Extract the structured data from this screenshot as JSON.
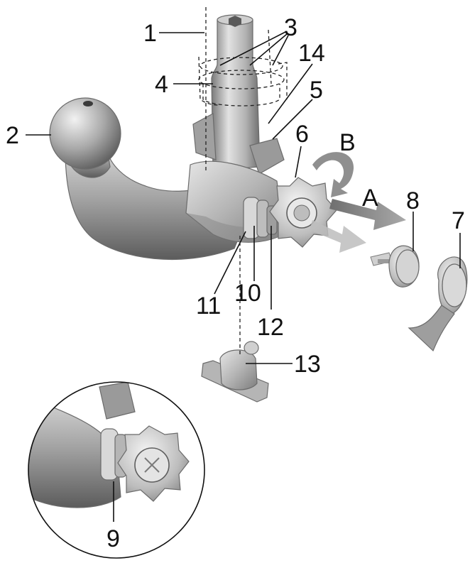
{
  "labels": {
    "l1": "1",
    "l2": "2",
    "l3": "3",
    "l4": "4",
    "l5": "5",
    "l6": "6",
    "l7": "7",
    "l8": "8",
    "l9": "9",
    "l10": "10",
    "l11": "11",
    "l12": "12",
    "l13": "13",
    "l14": "14",
    "lA": "A",
    "lB": "B"
  },
  "colors": {
    "metal_light": "#d9d9d9",
    "metal_mid": "#a6a6a6",
    "metal_dark": "#6e6e6e",
    "arrow": "#8c8c8c",
    "ink": "#111111"
  }
}
